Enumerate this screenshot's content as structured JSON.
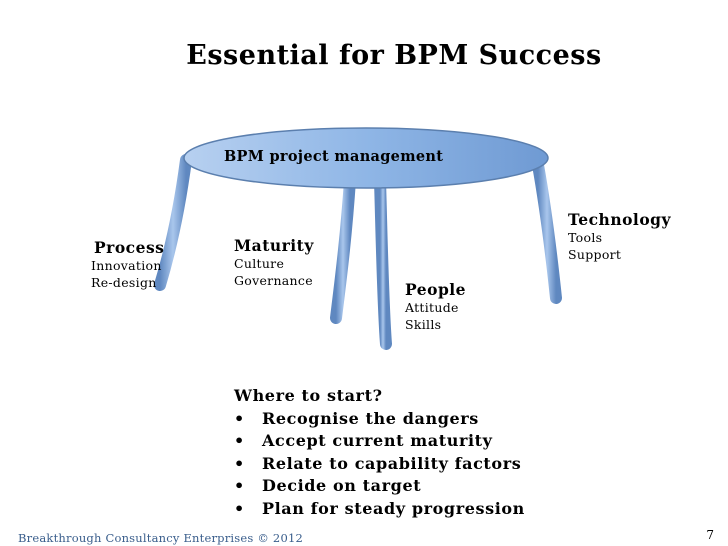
{
  "title": "Essential for BPM Success",
  "table_label": "BPM project management",
  "groups": {
    "process": {
      "head": "Process",
      "items": [
        "Innovation",
        "Re-design"
      ]
    },
    "maturity": {
      "head": "Maturity",
      "items": [
        "Culture",
        "Governance"
      ]
    },
    "people": {
      "head": "People",
      "items": [
        "Attitude",
        "Skills"
      ]
    },
    "technology": {
      "head": "Technology",
      "items": [
        "Tools",
        "Support"
      ]
    }
  },
  "where_to_start": {
    "heading": "Where to start?",
    "bullets": [
      "Recognise the dangers",
      "Accept current maturity",
      "Relate to capability factors",
      "Decide on target",
      "Plan for steady progression"
    ]
  },
  "footer": "Breakthrough Consultancy Enterprises © 2012",
  "page_number": "7",
  "colors": {
    "table_fill": "#8fb6e6",
    "table_edge": "#5b7fae",
    "footer_text": "#3a5e8c"
  }
}
